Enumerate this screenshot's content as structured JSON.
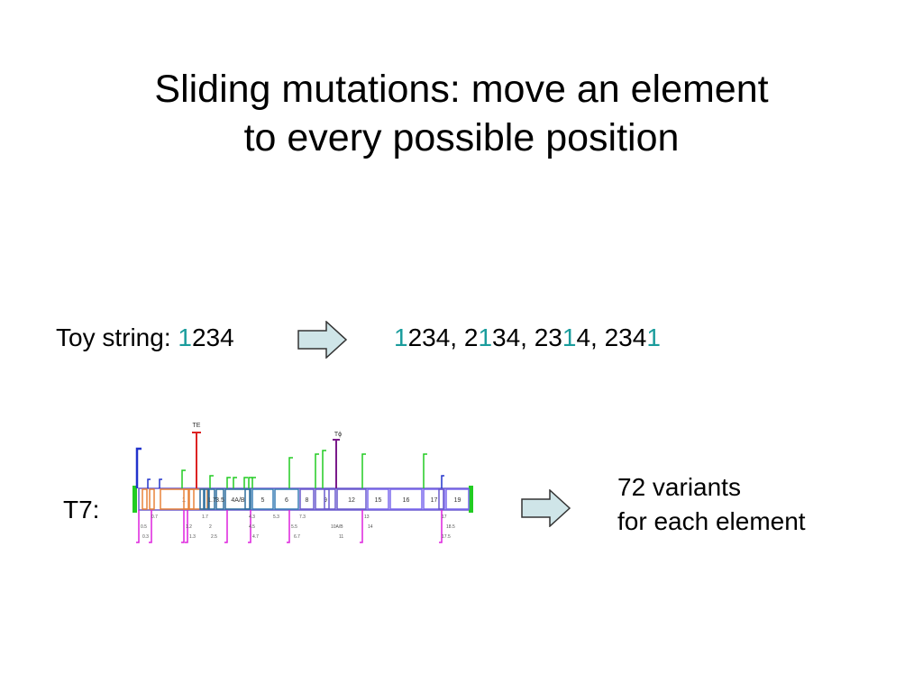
{
  "title": {
    "line1": "Sliding mutations: move an element",
    "line2": "to every possible position"
  },
  "toy": {
    "label": "Toy string: ",
    "input": [
      {
        "text": "1",
        "hl": true
      },
      {
        "text": "234",
        "hl": false
      }
    ],
    "output": [
      {
        "text": "1",
        "hl": true
      },
      {
        "text": "234, 2",
        "hl": false
      },
      {
        "text": "1",
        "hl": true
      },
      {
        "text": "34, 23",
        "hl": false
      },
      {
        "text": "1",
        "hl": true
      },
      {
        "text": "4, 234",
        "hl": false
      },
      {
        "text": "1",
        "hl": true
      }
    ]
  },
  "t7": {
    "label": "T7:",
    "genes": [
      {
        "label": "1",
        "color": "#e8833a"
      },
      {
        "label": "1.7",
        "color": "#2e6f9e"
      },
      {
        "label": "3.5",
        "color": "#2e6f9e"
      },
      {
        "label": "4A/B",
        "color": "#2e6f9e"
      },
      {
        "label": "5",
        "color": "#3a7fb5"
      },
      {
        "label": "6",
        "color": "#3a7fb5"
      },
      {
        "label": "8",
        "color": "#6a5acd"
      },
      {
        "label": "9",
        "color": "#6a5acd"
      },
      {
        "label": "12",
        "color": "#6a5acd"
      },
      {
        "label": "15",
        "color": "#7b68ee"
      },
      {
        "label": "16",
        "color": "#7b68ee"
      },
      {
        "label": "17",
        "color": "#7b68ee"
      },
      {
        "label": "19",
        "color": "#7b68ee"
      }
    ],
    "terminator_label": "TE",
    "phi_label": "Tϕ",
    "lower_labels": [
      "0.7",
      "1.7",
      "4.3",
      "5.3",
      "7.3",
      "13",
      "17",
      "0.5",
      "1.2",
      "2",
      "4.5",
      "5.5",
      "10A/B",
      "14",
      "18.5",
      "0.3",
      "1.3",
      "2.5",
      "4.7",
      "6.7",
      "11",
      "17.5"
    ],
    "colors": {
      "promoter": "#22cc22",
      "rnase": "#dd22dd",
      "terminator": "#dd2222",
      "phi": "#7a1a8a",
      "upper_blue": "#2233cc"
    }
  },
  "result": {
    "line1": "72 variants",
    "line2": "for each element"
  }
}
